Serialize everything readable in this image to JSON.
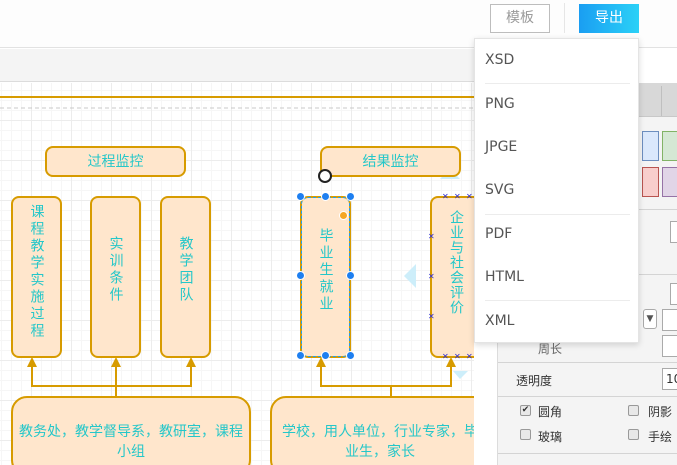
{
  "topbar": {
    "template_label": "模板",
    "export_label": "导出"
  },
  "export_menu": {
    "items": [
      "XSD",
      "PNG",
      "JPGE",
      "SVG",
      "PDF",
      "HTML",
      "XML"
    ]
  },
  "diagram": {
    "process_monitor": "过程监控",
    "result_monitor": "结果监控",
    "nodes_left": [
      "课程教学实施过程",
      "实训条件",
      "教学团队"
    ],
    "nodes_right": [
      "毕业生就业",
      "企业与社会评价"
    ],
    "bottom_left": "教务处，教学督导系，教研室，课程小组",
    "bottom_right": "学校，用人单位，行业专家，毕业生，家长"
  },
  "colors": {
    "node_fill": "#ffe6cc",
    "node_stroke": "#d79b00",
    "node_text": "#25c7c9",
    "export_accent": "#1a9ef2",
    "selection_handle": "#1e7ff0"
  },
  "style_panel": {
    "swatches": [
      {
        "fill": "#dae8fc",
        "stroke": "#6c8ebf"
      },
      {
        "fill": "#d5e8d4",
        "stroke": "#82b366"
      },
      {
        "fill": "#f8cecc",
        "stroke": "#b85450"
      },
      {
        "fill": "#e1d5e7",
        "stroke": "#9673a6"
      }
    ],
    "perimeter_label": "周长",
    "opacity_label": "透明度",
    "opacity_value": "10",
    "checkboxes": [
      {
        "label": "圆角",
        "checked": true
      },
      {
        "label": "阴影",
        "checked": false
      },
      {
        "label": "玻璃",
        "checked": false
      },
      {
        "label": "手绘",
        "checked": false
      }
    ]
  }
}
